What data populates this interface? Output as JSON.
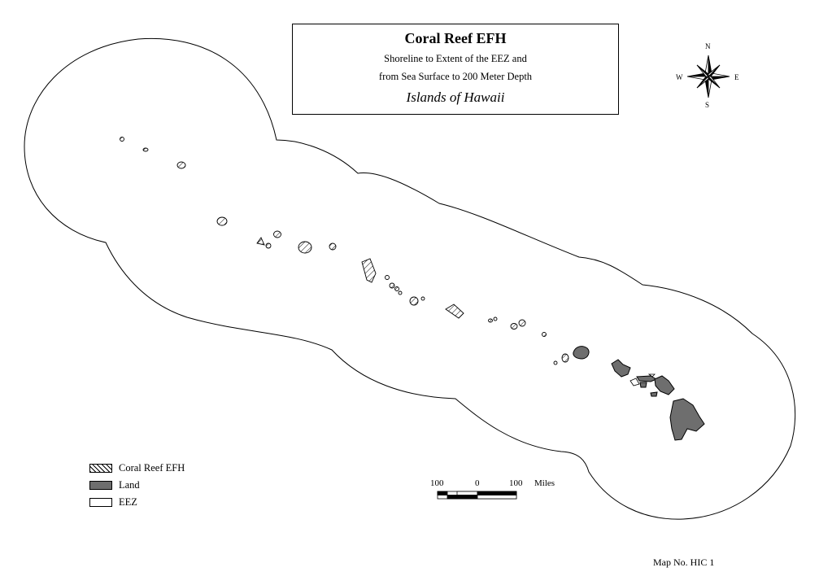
{
  "title": {
    "main": "Coral Reef EFH",
    "line1": "Shoreline to Extent of the EEZ and",
    "line2": "from Sea Surface to 200 Meter Depth",
    "region": "Islands of Hawaii"
  },
  "compass": {
    "n": "N",
    "s": "S",
    "e": "E",
    "w": "W"
  },
  "legend": {
    "items": [
      {
        "label": "Coral Reef EFH",
        "swatch": "hatch"
      },
      {
        "label": "Land",
        "swatch": "#6e6e6e"
      },
      {
        "label": "EEZ",
        "swatch": "#ffffff"
      }
    ]
  },
  "scale_bar": {
    "left": "100",
    "center": "0",
    "right": "100",
    "units": "Miles"
  },
  "map_number": "Map No. HIC 1",
  "colors": {
    "land": "#6e6e6e",
    "outline": "#000000",
    "background": "#ffffff"
  }
}
